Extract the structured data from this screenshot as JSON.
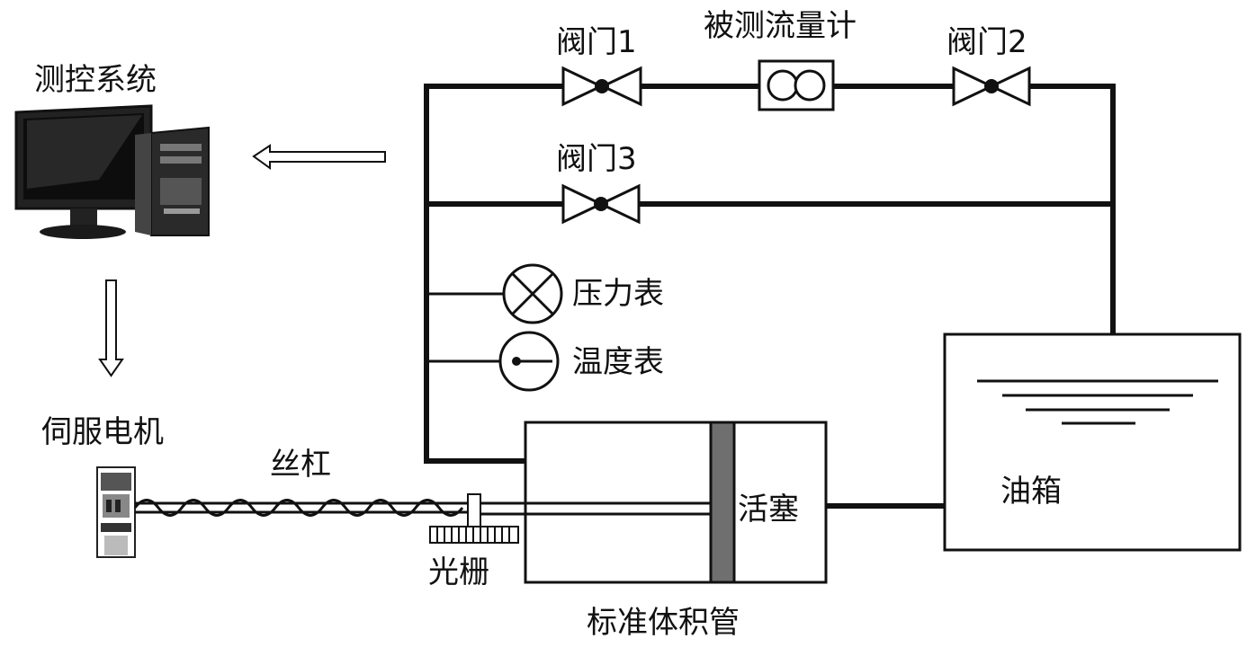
{
  "labels": {
    "control_system": "测控系统",
    "servo_motor": "伺服电机",
    "lead_screw": "丝杠",
    "grating": "光栅",
    "standard_volume_tube": "标准体积管",
    "piston": "活塞",
    "oil_tank": "油箱",
    "valve1": "阀门1",
    "valve2": "阀门2",
    "valve3": "阀门3",
    "flowmeter_under_test": "被测流量计",
    "pressure_gauge": "压力表",
    "temperature_gauge": "温度表"
  },
  "colors": {
    "line": "#111111",
    "piston": "#6f6f6f",
    "monitor": "#1a1a1a"
  }
}
